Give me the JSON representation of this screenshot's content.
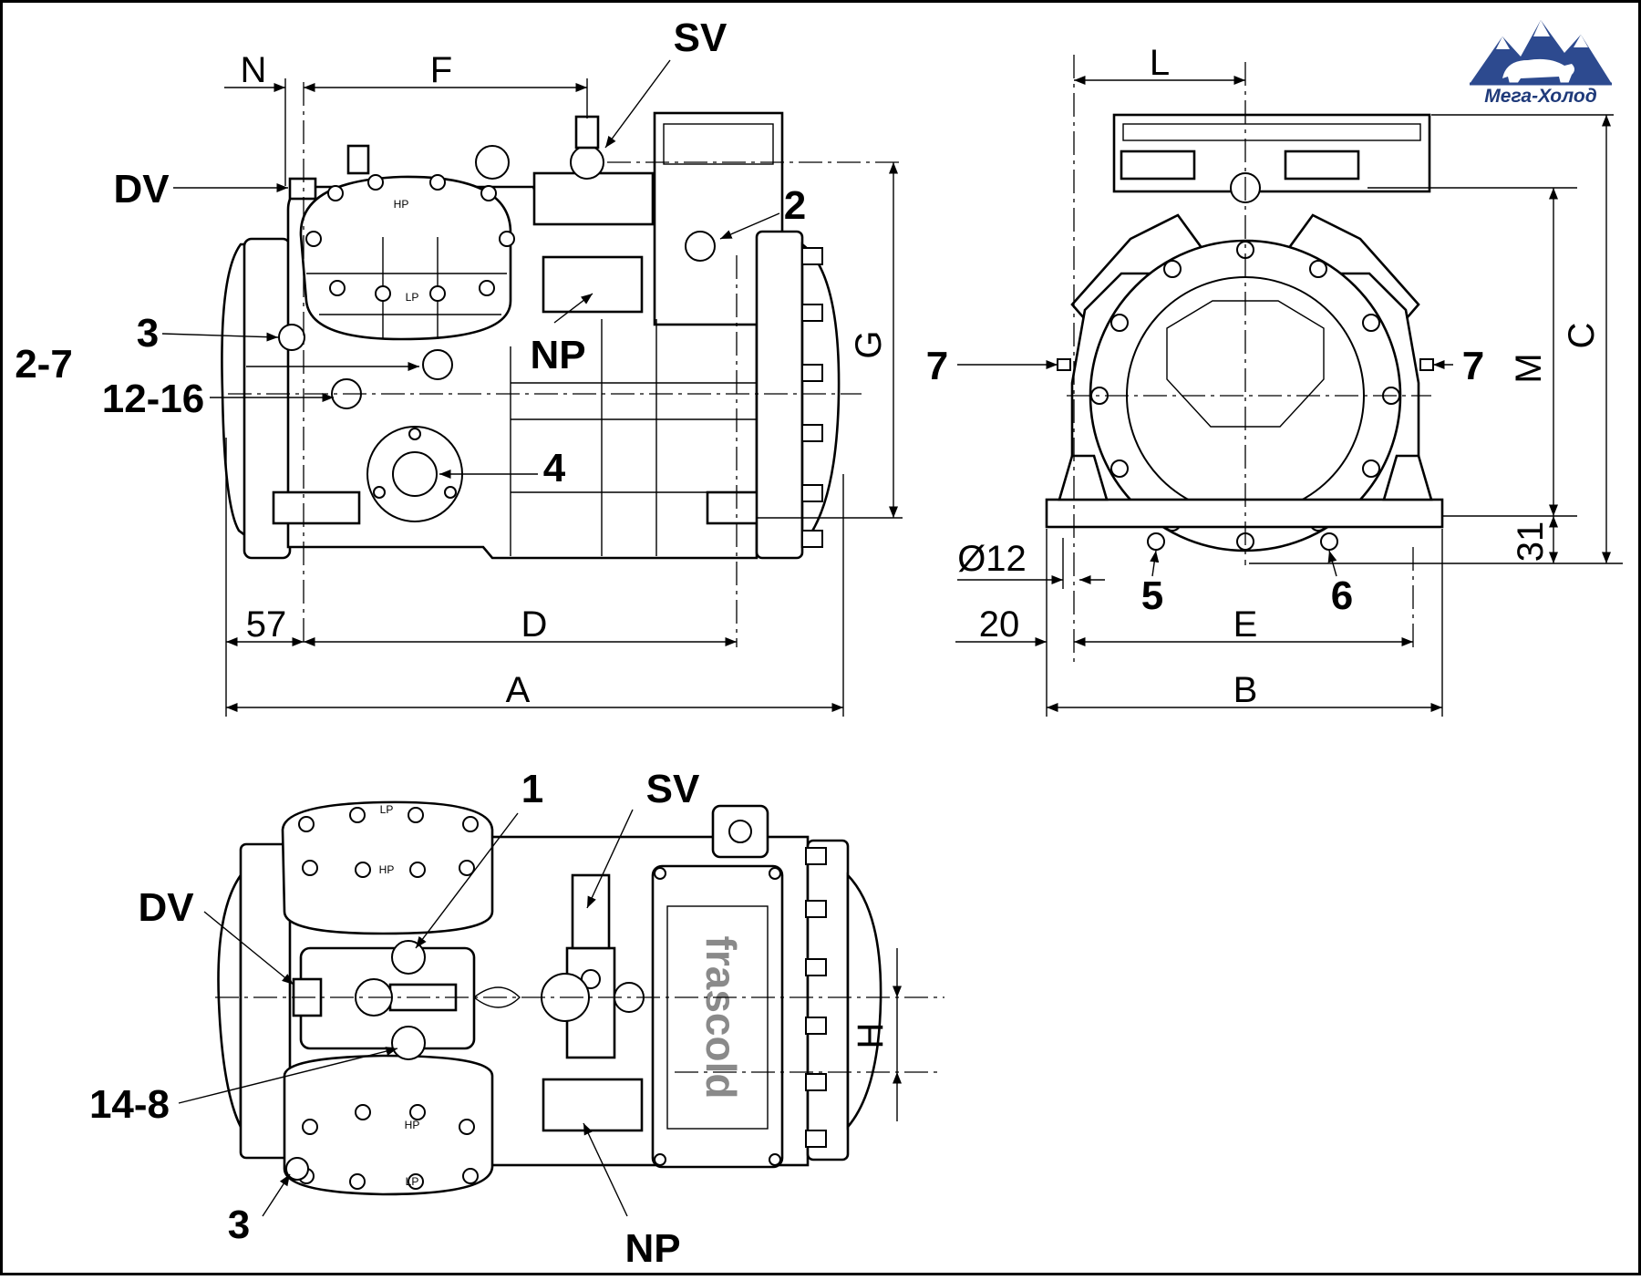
{
  "logo": {
    "text": "Мега-Холод",
    "color": "#2d4a8f",
    "icon": "mountain-bear-logo-icon"
  },
  "brand_plate": {
    "text": "frascold"
  },
  "side_view": {
    "labels": {
      "dv": "DV",
      "sv": "SV",
      "np": "NP",
      "two": "2",
      "three": "3",
      "two_seven": "2-7",
      "twelve_sixteen": "12-16",
      "four": "4"
    },
    "dimensions": {
      "n": "N",
      "f": "F",
      "g": "G",
      "fifty_seven": "57",
      "d": "D",
      "a": "A"
    }
  },
  "end_view": {
    "labels": {
      "seven_left": "7",
      "seven_right": "7",
      "five": "5",
      "six": "6"
    },
    "dimensions": {
      "l": "L",
      "c": "C",
      "m": "M",
      "thirty_one": "31",
      "d12": "Ø12",
      "twenty": "20",
      "e": "E",
      "b": "B"
    }
  },
  "top_view": {
    "labels": {
      "one": "1",
      "sv": "SV",
      "dv": "DV",
      "fourteen_eight": "14-8",
      "three": "3",
      "np": "NP"
    },
    "dimensions": {
      "h": "H"
    }
  }
}
